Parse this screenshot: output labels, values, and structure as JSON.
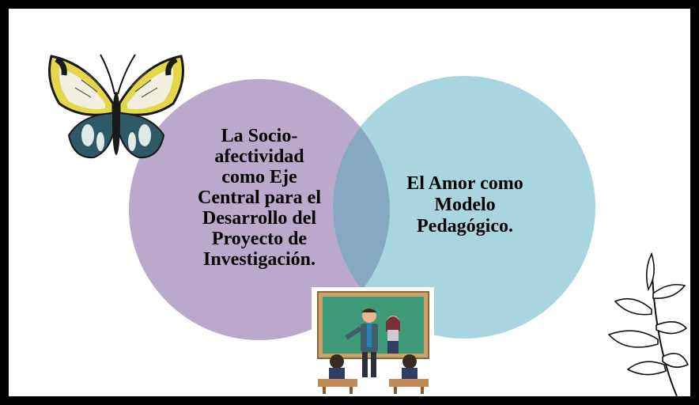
{
  "diagram": {
    "type": "venn",
    "left_circle": {
      "lines": [
        "La Socio-",
        "afectividad",
        "como Eje",
        "Central para el",
        "Desarrollo del",
        "Proyecto de",
        "Investigación."
      ],
      "color": "#baa9cc"
    },
    "right_circle": {
      "lines": [
        "El Amor como",
        "Modelo",
        "Pedagógico."
      ],
      "color": "#a9d5e1"
    },
    "overlap_color": "#86a9c1"
  },
  "decorations": {
    "top_left": "butterfly-illustration",
    "bottom_right": "leaf-branch-illustration",
    "bottom_center": "classroom-teacher-illustration"
  }
}
